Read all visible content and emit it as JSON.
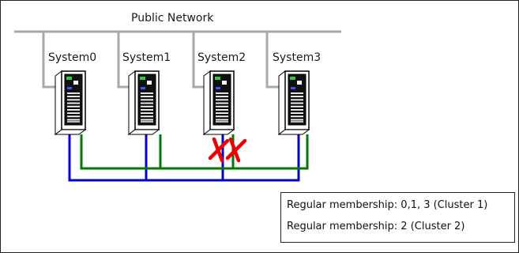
{
  "network_label": "Public Network",
  "systems": [
    {
      "label": "System0"
    },
    {
      "label": "System1"
    },
    {
      "label": "System2"
    },
    {
      "label": "System3"
    }
  ],
  "legend": [
    "Regular membership: 0,1, 3 (Cluster 1)",
    "Regular membership: 2 (Cluster 2)"
  ],
  "colors": {
    "private_link_1": "#0000cc",
    "private_link_2": "#007a00",
    "public_network": "#a0a0a0",
    "failure_mark": "#ee0000"
  },
  "failed_links_at": "System2"
}
